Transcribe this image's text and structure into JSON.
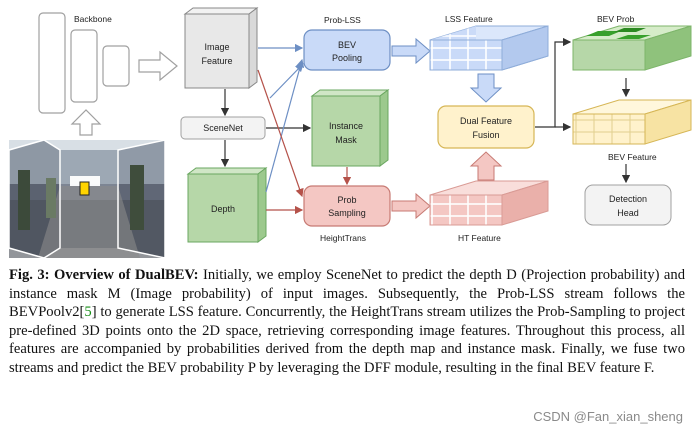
{
  "diagram": {
    "backbone_label": "Backbone",
    "image_feature": [
      "Image",
      "Feature"
    ],
    "scenenet": "SceneNet",
    "depth": "Depth",
    "prob_lss_label": "Prob-LSS",
    "bev_pooling": [
      "BEV",
      "Pooling"
    ],
    "instance_mask": [
      "Instance",
      "Mask"
    ],
    "prob_sampling": [
      "Prob",
      "Sampling"
    ],
    "heighttrans_label": "HeightTrans",
    "lss_feature": "LSS Feature",
    "ht_feature": "HT Feature",
    "dual_feature_fusion": [
      "Dual Feature",
      "Fusion"
    ],
    "bev_prob": "BEV Prob",
    "bev_feature": "BEV Feature",
    "detection_head": [
      "Detection",
      "Head"
    ]
  },
  "caption": {
    "fig_label": "Fig. 3: Overview of DualBEV:",
    "seg1": " Initially, we employ SceneNet to predict the depth D (Projection probability) and instance mask M (Image probability) of input images. Subsequently, the Prob-LSS stream follows the BEVPoolv2[",
    "ref": "5",
    "seg2": "] to generate LSS feature. Concurrently, the HeightTrans stream utilizes the Prob-Sampling to project pre-defined 3D points onto the 2D space, retrieving corresponding image features. Throughout this process, all features are accompanied by probabilities derived from the depth map and instance mask. Finally, we fuse two streams and predict the BEV probability P by leveraging the DFF module, resulting in the final BEV feature F."
  },
  "watermark": "CSDN @Fan_xian_sheng",
  "colors": {
    "blue": "#c9daf8",
    "green": "#b6d7a8",
    "red": "#f4c7c3",
    "yellow": "#fff2cc",
    "dark_green": "#38a02c"
  }
}
